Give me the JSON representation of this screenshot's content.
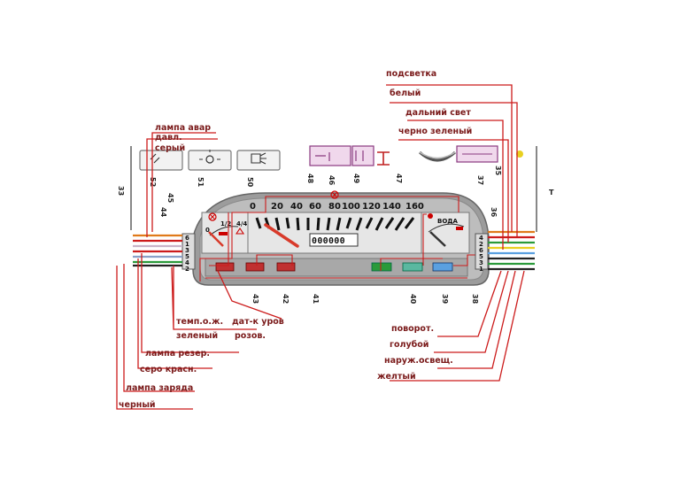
{
  "labels_left": {
    "lampa_avar": "лампа авар",
    "davl": "давл.",
    "seryi": "серый",
    "temp_oj": "темп.о.ж.",
    "zelenyi": "зеленый",
    "lampa_rezer": "лампа резер.",
    "sero_krasn": "серо красн.",
    "lampa_zaryada": "лампа заряда",
    "chernyi": "черный",
    "datk_urov": "дат-к уров",
    "rozov": "розов."
  },
  "labels_right": {
    "podsvetka": "подсветка",
    "belyi": "белый",
    "dalnii_svet": "дальний свет",
    "cherno_zelenyi": "черно зеленый",
    "povorot": "поворот.",
    "goluboi": "голубой",
    "naruj_osvesch": "наруж.освещ.",
    "jeltyi": "желтый"
  },
  "speed_scale": [
    "0",
    "20",
    "40",
    "60",
    "80",
    "100",
    "120",
    "140",
    "160"
  ],
  "odometer": "000000",
  "temp_gauge_label": "ВОДА",
  "fuel_gauge_marks": [
    "0",
    "1/2",
    "4/4"
  ],
  "component_numbers": {
    "n52": "52",
    "n51": "51",
    "n50": "50",
    "n48": "48",
    "n49": "49",
    "n47": "47",
    "n46": "46",
    "n45": "45",
    "n44": "44",
    "n37": "37",
    "n36": "36",
    "n35": "35",
    "n33": "33",
    "n43": "43",
    "n42": "42",
    "n41": "41",
    "n40": "40",
    "n39": "39",
    "n38": "38"
  },
  "connector_left_pins": [
    "6",
    "1",
    "3",
    "5",
    "4",
    "2"
  ],
  "connector_right_pins": [
    "4",
    "2",
    "6",
    "5",
    "3",
    "1"
  ],
  "colors": {
    "label_text": "#7a1a1a",
    "leader_line": "#cc1b1b",
    "panel_body": "#9a9a9a",
    "panel_face": "#d9d9d9",
    "needle": "#d83a2a",
    "wire_orange": "#e07a1a",
    "wire_green": "#2a9a3a",
    "wire_blue": "#5aa0e0",
    "wire_yellow": "#e8d020"
  }
}
